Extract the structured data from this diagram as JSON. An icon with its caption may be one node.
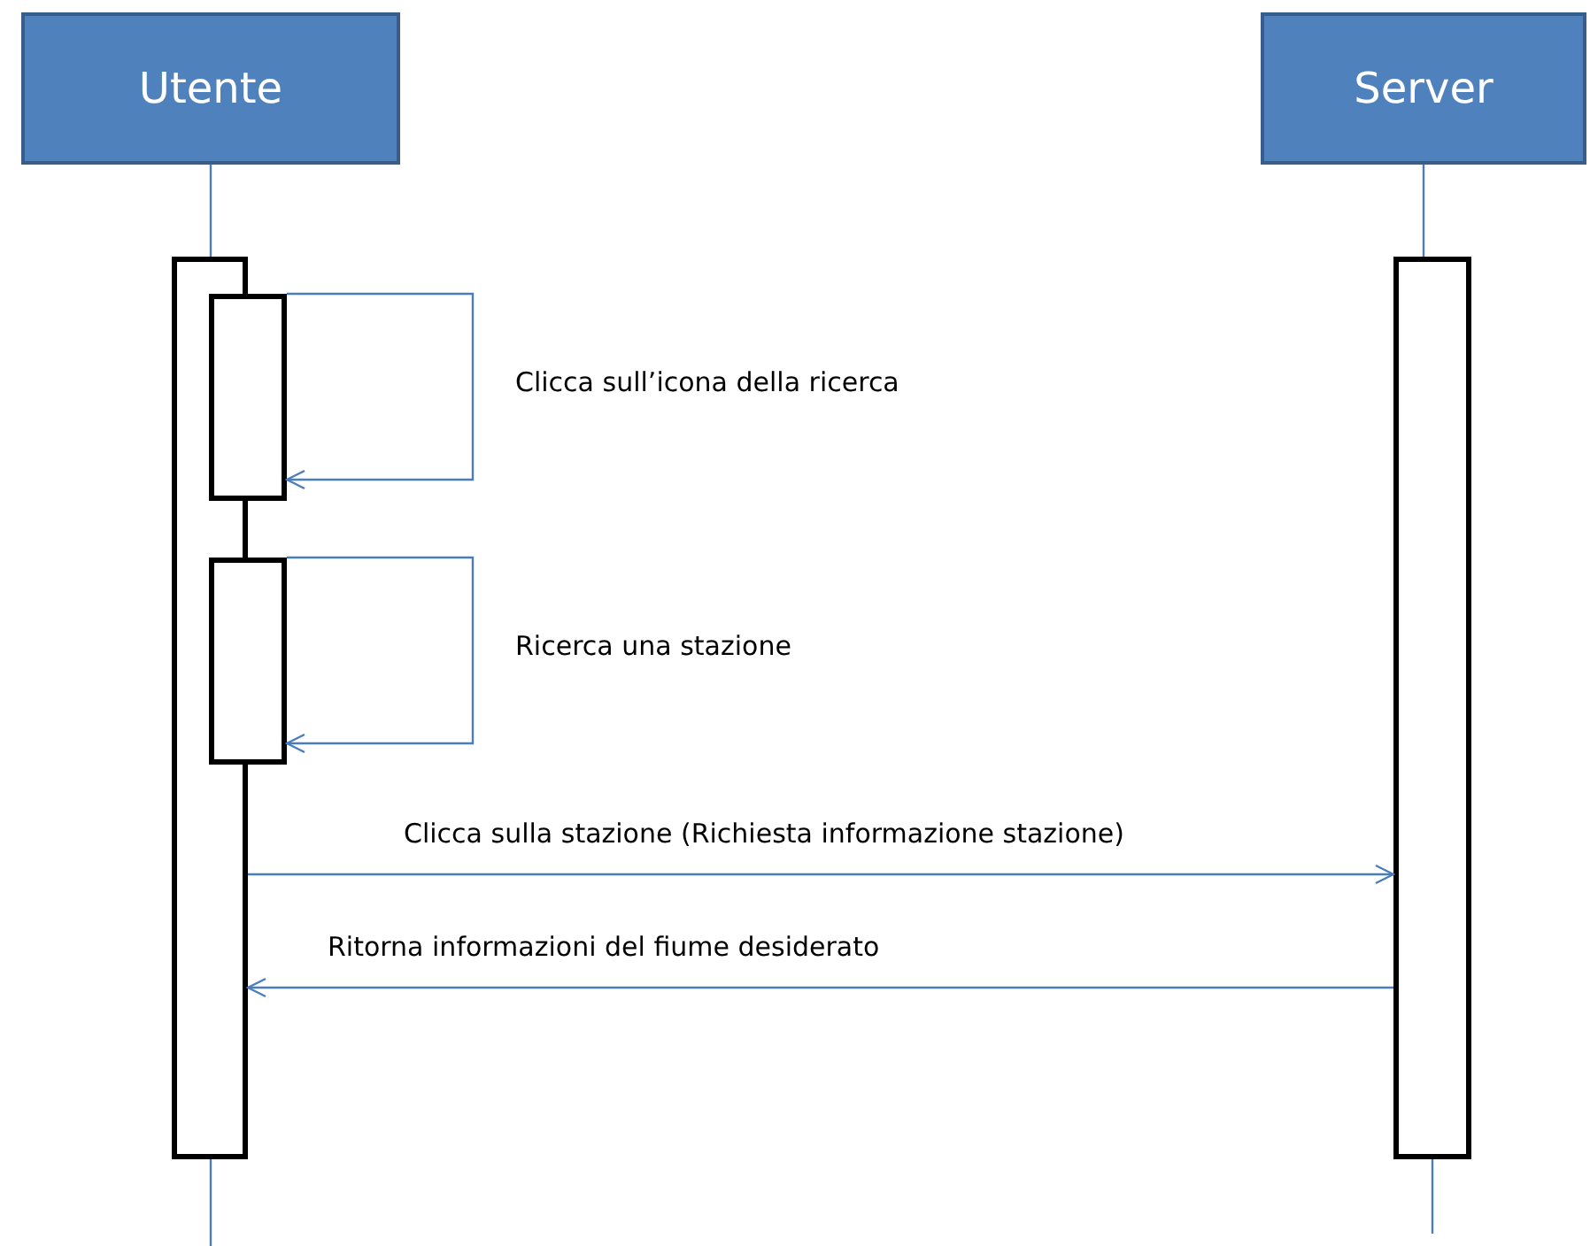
{
  "diagram": {
    "nodes": [
      {
        "text": [
          "Utente"
        ]
      },
      {
        "text": [
          "Server"
        ]
      },
      {
        "text": [],
        "shape": "box"
      },
      {
        "text": [],
        "shape": "box"
      },
      {
        "text": [],
        "shape": "box"
      },
      {
        "text": [],
        "shape": "box"
      }
    ],
    "edges": [
      {
        "from": 0,
        "to": 2,
        "arrow": "none"
      },
      {
        "from": 1,
        "to": 3,
        "arrow": "none"
      },
      {
        "from": 4,
        "to": 4,
        "arrow": "to",
        "label": "Clicca sull’icona della ricerca"
      },
      {
        "from": 5,
        "to": 5,
        "arrow": "to",
        "label": "Ricerca una stazione"
      },
      {
        "from": 2,
        "to": 3,
        "arrow": "to",
        "label": "Clicca sulla stazione (Richiesta informazione stazione)"
      },
      {
        "from": 3,
        "to": 2,
        "arrow": "to",
        "label": "Ritorna informazioni del fiume desiderato"
      }
    ]
  }
}
